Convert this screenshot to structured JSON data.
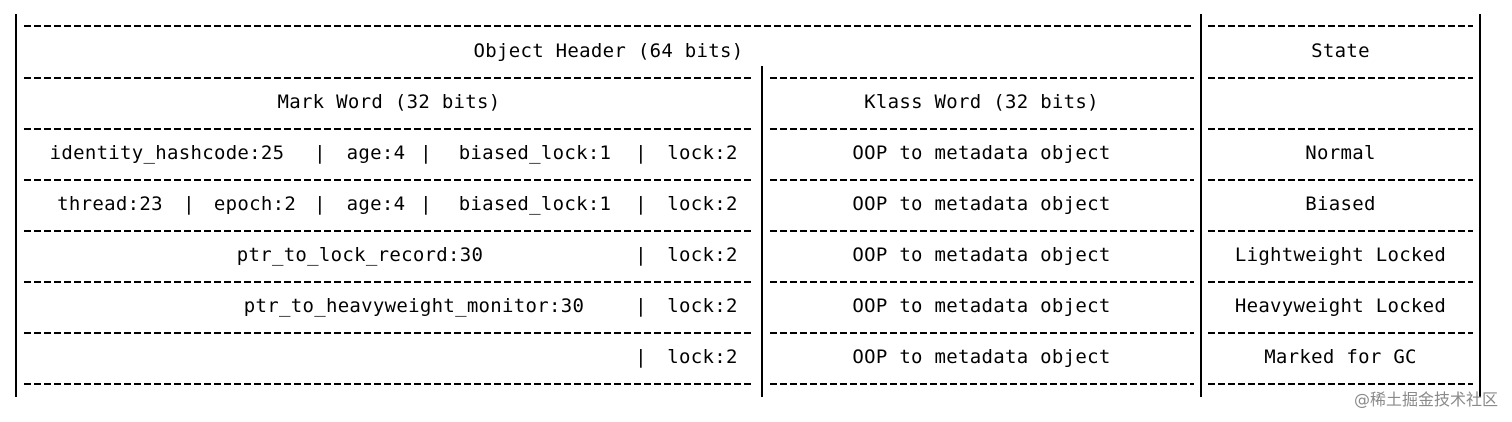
{
  "header": {
    "object_header": "Object Header (64 bits)",
    "state": "State",
    "mark_word": "Mark Word (32 bits)",
    "klass_word": "Klass Word (32 bits)"
  },
  "rows": [
    {
      "mark_fields": [
        "identity_hashcode:25",
        "age:4",
        "biased_lock:1"
      ],
      "lock": "lock:2",
      "klass": "OOP to metadata object",
      "state": "Normal"
    },
    {
      "mark_fields": [
        "thread:23",
        "epoch:2",
        "age:4",
        "biased_lock:1"
      ],
      "lock": "lock:2",
      "klass": "OOP to metadata object",
      "state": "Biased"
    },
    {
      "mark_fields": [
        "ptr_to_lock_record:30"
      ],
      "lock": "lock:2",
      "klass": "OOP to metadata object",
      "state": "Lightweight Locked"
    },
    {
      "mark_fields": [
        "ptr_to_heavyweight_monitor:30"
      ],
      "lock": "lock:2",
      "klass": "OOP to metadata object",
      "state": "Heavyweight Locked"
    },
    {
      "mark_fields": [],
      "lock": "lock:2",
      "klass": "OOP to metadata object",
      "state": "Marked for GC"
    }
  ],
  "separator": "|",
  "watermark": "@稀土掘金技术社区"
}
